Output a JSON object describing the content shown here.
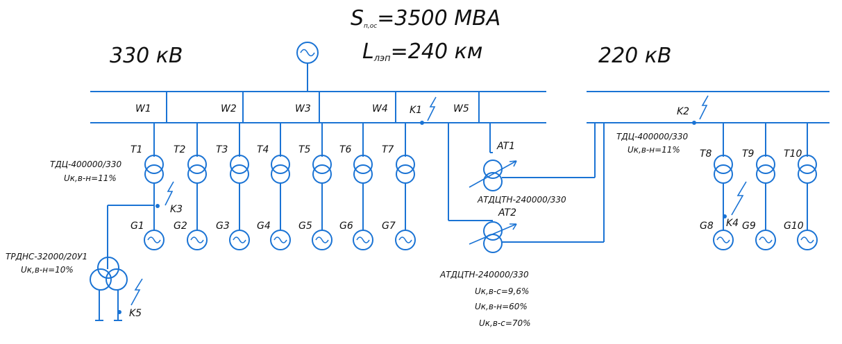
{
  "header": {
    "s_label": "S",
    "s_sub": "п,ос",
    "s_value": "=3500 МВА",
    "l_label": "L",
    "l_sub": "лэп",
    "l_value": "=240 км"
  },
  "buses": {
    "left_voltage": "330 кВ",
    "right_voltage": "220 кВ"
  },
  "lines": [
    "W1",
    "W2",
    "W3",
    "W4",
    "W5"
  ],
  "faults": [
    "K1",
    "K2",
    "K3",
    "K4",
    "K5"
  ],
  "transformers_left": [
    "T1",
    "T2",
    "T3",
    "T4",
    "T5",
    "T6",
    "T7"
  ],
  "generators_left": [
    "G1",
    "G2",
    "G3",
    "G4",
    "G5",
    "G6",
    "G7"
  ],
  "transformers_right": [
    "T8",
    "T9",
    "T10"
  ],
  "generators_right": [
    "G8",
    "G9",
    "G10"
  ],
  "autotransformers": [
    "AT1",
    "AT2"
  ],
  "specs": {
    "t1_type": "ТДЦ-400000/330",
    "t1_uk": "Uк,в-н=11%",
    "t8_type": "ТДЦ-400000/330",
    "t8_uk": "Uк,в-н=11%",
    "aux_type": "ТРДНС-32000/20У1",
    "aux_uk": "Uк,в-н=10%",
    "at1_type": "АТДЦТН-240000/330",
    "at2_type": "АТДЦТН-240000/330",
    "at_uk1": "Uк,в-с=9,6%",
    "at_uk2": "Uк,в-н=60%",
    "at_uk3": "Uк,в-с=70%"
  }
}
